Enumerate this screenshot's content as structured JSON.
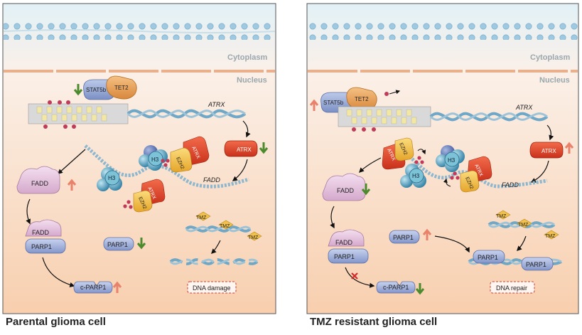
{
  "panels": [
    {
      "caption": "Parental  glioma cell",
      "cytoplasm": "Cytoplasm",
      "nucleus": "Nucleus",
      "stat5b": "STAT5b",
      "tet2": "TET2",
      "atrx_gene": "ATRX",
      "atrx_protein": "ATRX",
      "ezh2": "EZH2",
      "h3": "H3",
      "fadd": "FADD",
      "fadd_gene": "FADD",
      "parp1": "PARP1",
      "c_parp1": "c-PARP1",
      "tmz": "TMZ",
      "outcome": "DNA damage"
    },
    {
      "caption": "TMZ resistant  glioma cell",
      "cytoplasm": "Cytoplasm",
      "nucleus": "Nucleus",
      "stat5b": "STAT5b",
      "tet2": "TET2",
      "atrx_gene": "ATRX",
      "atrx_protein": "ATRX",
      "ezh2": "EZH2",
      "h3": "H3",
      "fadd": "FADD",
      "fadd_gene": "FADD",
      "parp1": "PARP1",
      "c_parp1": "c-PARP1",
      "tmz": "TMZ",
      "outcome": "DNA repair"
    }
  ],
  "colors": {
    "up_arrow": "#e8826a",
    "down_arrow": "#4d8a2e",
    "atrx": "#e2452a",
    "ezh2": "#f0c24a",
    "tet2": "#e9a35c",
    "stat5b": "#8fa3cf",
    "h3": "#4fa3c3",
    "fadd": "#e6c3df",
    "parp1": "#9fb0d8",
    "tmz": "#f1c14c"
  }
}
